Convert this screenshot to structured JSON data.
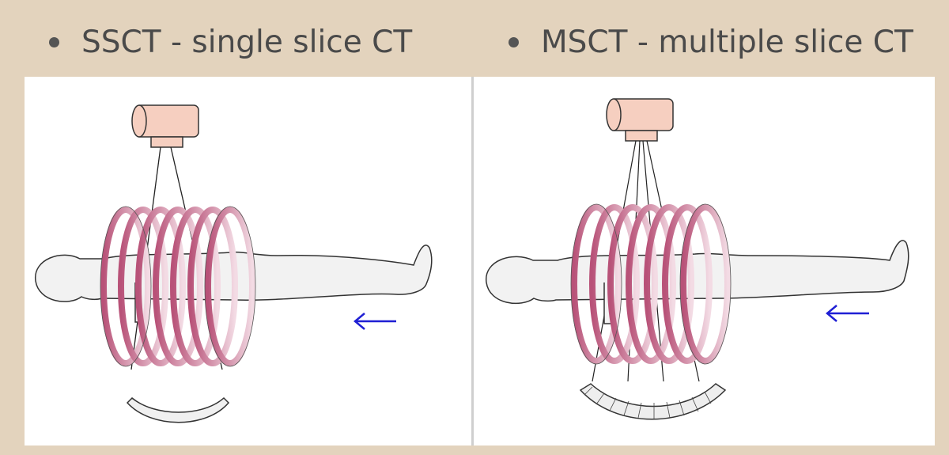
{
  "headings": {
    "left": "SSCT - single slice CT",
    "right": "MSCT - multiple slice CT"
  },
  "colors": {
    "background": "#e3d3bd",
    "tube": "#f6cfc0",
    "ring": "#b85278",
    "arrow": "#1f1fd4"
  },
  "icons": {
    "bullet": "filled-circle",
    "table_motion": "arrow-left"
  }
}
